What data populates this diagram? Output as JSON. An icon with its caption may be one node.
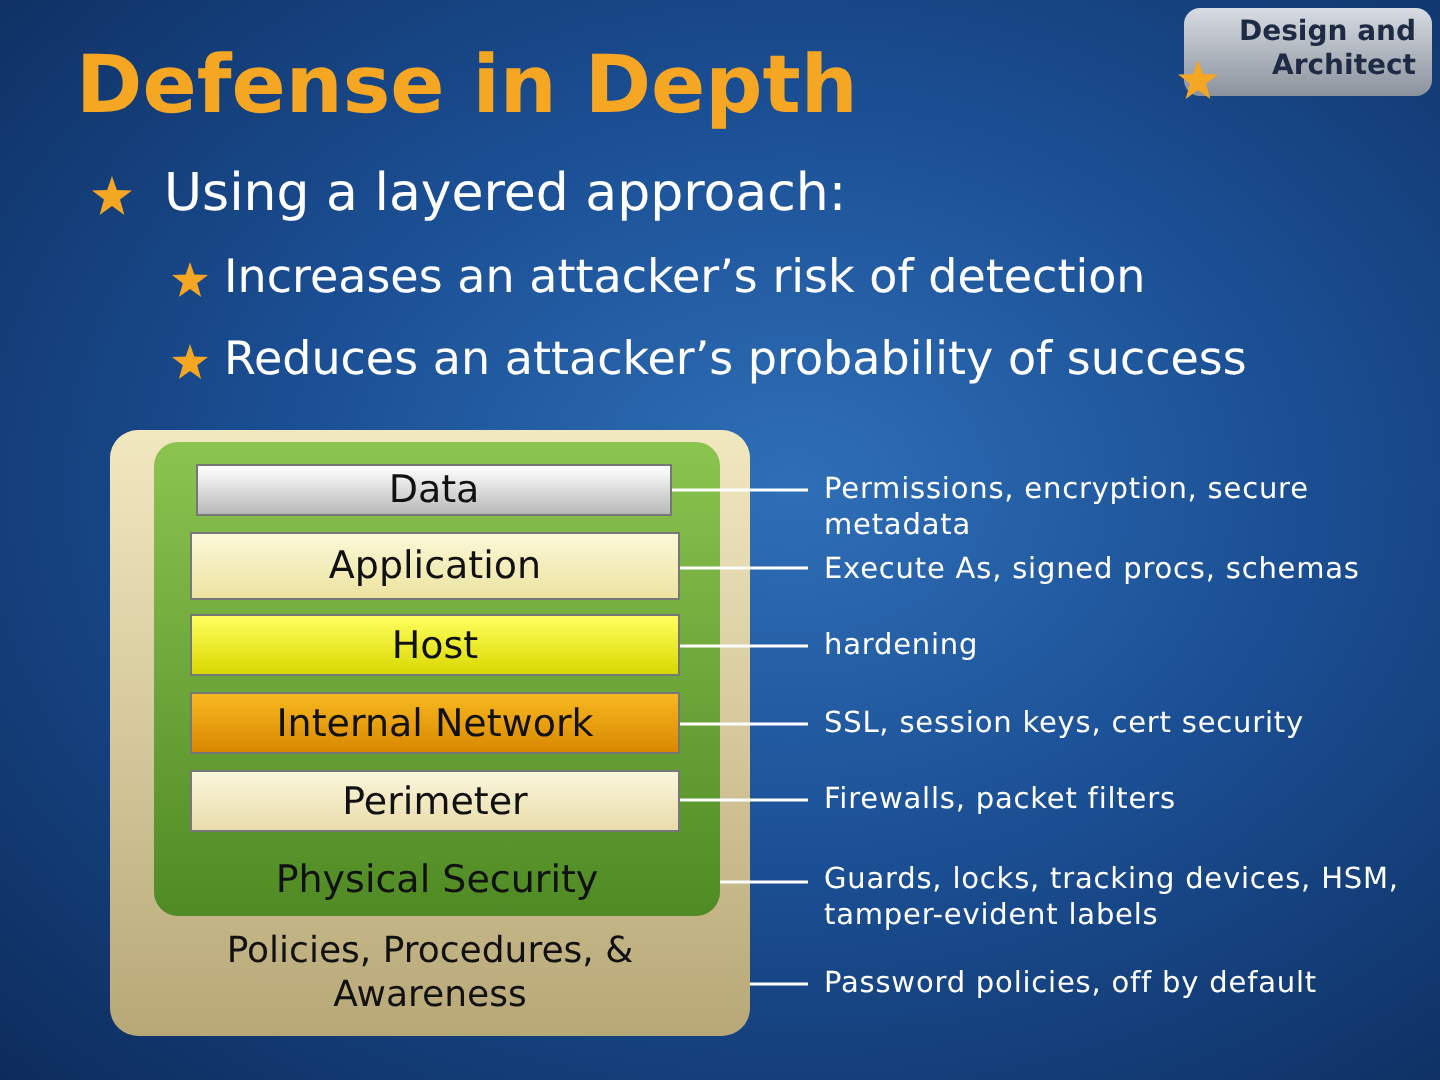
{
  "diagram": {
    "title": "Defense in Depth",
    "nodes": [
      {
        "text": [
          "Policies, Procedures, & Awareness"
        ]
      },
      {
        "text": [
          "Physical Security"
        ],
        "in": 0
      },
      {
        "text": [
          "Data"
        ],
        "in": 1
      },
      {
        "text": [
          "Application"
        ],
        "in": 1
      },
      {
        "text": [
          "Host"
        ],
        "in": 1
      },
      {
        "text": [
          "Internal Network"
        ],
        "in": 1
      },
      {
        "text": [
          "Perimeter"
        ],
        "in": 1
      },
      {
        "text": [
          "Permissions, encryption, secure metadata"
        ]
      },
      {
        "text": [
          "Execute As, signed procs, schemas"
        ]
      },
      {
        "text": [
          "hardening"
        ]
      },
      {
        "text": [
          "SSL, session keys, cert security"
        ]
      },
      {
        "text": [
          "Firewalls, packet filters"
        ]
      },
      {
        "text": [
          "Guards, locks, tracking devices, HSM, tamper-evident labels"
        ]
      },
      {
        "text": [
          "Password policies, off by default"
        ]
      }
    ],
    "edges": [
      {
        "from": 2,
        "to": 7,
        "arrow": "none"
      },
      {
        "from": 3,
        "to": 8,
        "arrow": "none"
      },
      {
        "from": 4,
        "to": 9,
        "arrow": "none"
      },
      {
        "from": 5,
        "to": 10,
        "arrow": "none"
      },
      {
        "from": 6,
        "to": 11,
        "arrow": "none"
      },
      {
        "from": 1,
        "to": 12,
        "arrow": "none"
      },
      {
        "from": 0,
        "to": 13,
        "arrow": "none"
      }
    ],
    "labels": [
      "Design and Architect",
      "Using a layered approach:",
      "Increases an attacker’s risk of detection",
      "Reduces an attacker’s probability of success"
    ]
  }
}
